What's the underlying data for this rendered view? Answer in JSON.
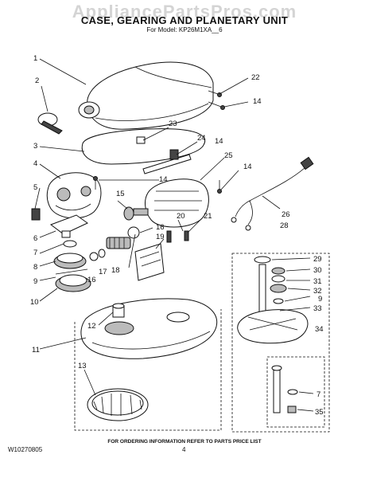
{
  "watermark": "AppliancePartsPros.com",
  "title": "CASE, GEARING AND PLANETARY UNIT",
  "subtitle": "For Model: KP26M1XA__6",
  "footer_note": "FOR ORDERING INFORMATION REFER TO PARTS PRICE LIST",
  "doc_id": "W10270805",
  "page_number": "4",
  "callouts": [
    "1",
    "2",
    "3",
    "4",
    "5",
    "6",
    "7",
    "8",
    "9",
    "10",
    "11",
    "12",
    "13",
    "14",
    "14",
    "14",
    "14",
    "15",
    "16",
    "16",
    "17",
    "18",
    "19",
    "20",
    "21",
    "22",
    "23",
    "24",
    "25",
    "26",
    "28",
    "29",
    "30",
    "31",
    "32",
    "9",
    "33",
    "34",
    "7",
    "35"
  ]
}
